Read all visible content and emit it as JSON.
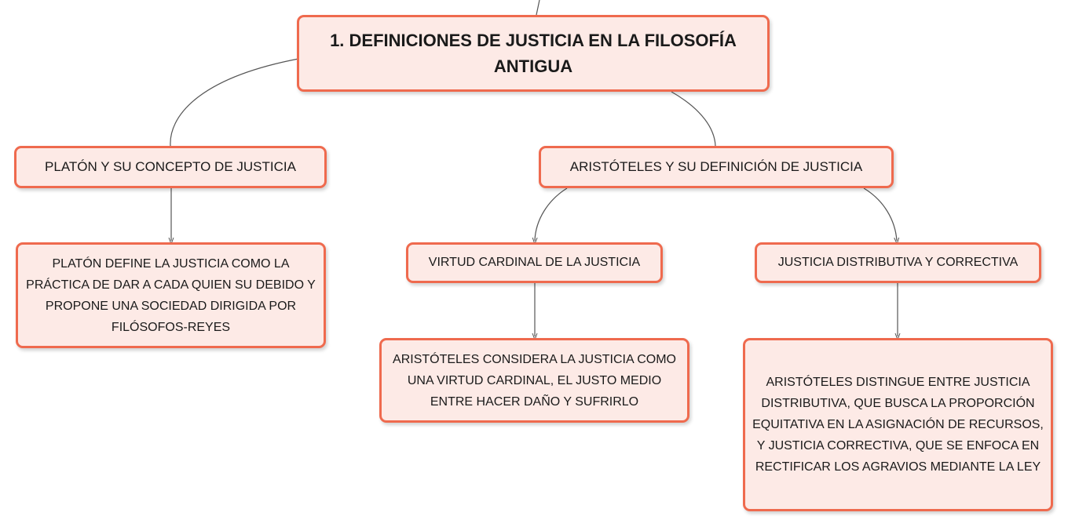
{
  "diagram": {
    "root": {
      "title": "1. DEFINICIONES DE JUSTICIA EN LA FILOSOFÍA ANTIGUA"
    },
    "platon": {
      "title": "PLATÓN Y SU CONCEPTO DE JUSTICIA",
      "definition": "PLATÓN DEFINE LA JUSTICIA COMO LA PRÁCTICA DE DAR A CADA QUIEN SU DEBIDO Y PROPONE UNA SOCIEDAD DIRIGIDA POR FILÓSOFOS-REYES"
    },
    "aristoteles": {
      "title": "ARISTÓTELES Y SU DEFINICIÓN DE JUSTICIA",
      "virtud": {
        "title": "VIRTUD CARDINAL DE LA JUSTICIA",
        "definition": "ARISTÓTELES CONSIDERA LA JUSTICIA COMO UNA VIRTUD CARDINAL, EL JUSTO MEDIO ENTRE HACER DAÑO Y SUFRIRLO"
      },
      "distributiva_correctiva": {
        "title": "JUSTICIA DISTRIBUTIVA Y CORRECTIVA",
        "definition": "ARISTÓTELES DISTINGUE ENTRE JUSTICIA DISTRIBUTIVA, QUE BUSCA LA PROPORCIÓN EQUITATIVA EN LA ASIGNACIÓN DE RECURSOS, Y JUSTICIA CORRECTIVA, QUE SE ENFOCA EN RECTIFICAR LOS AGRAVIOS MEDIANTE LA LEY"
      }
    }
  },
  "colors": {
    "node_fill": "#fdeae6",
    "node_border": "#ef6a4e",
    "connector": "#555555"
  }
}
